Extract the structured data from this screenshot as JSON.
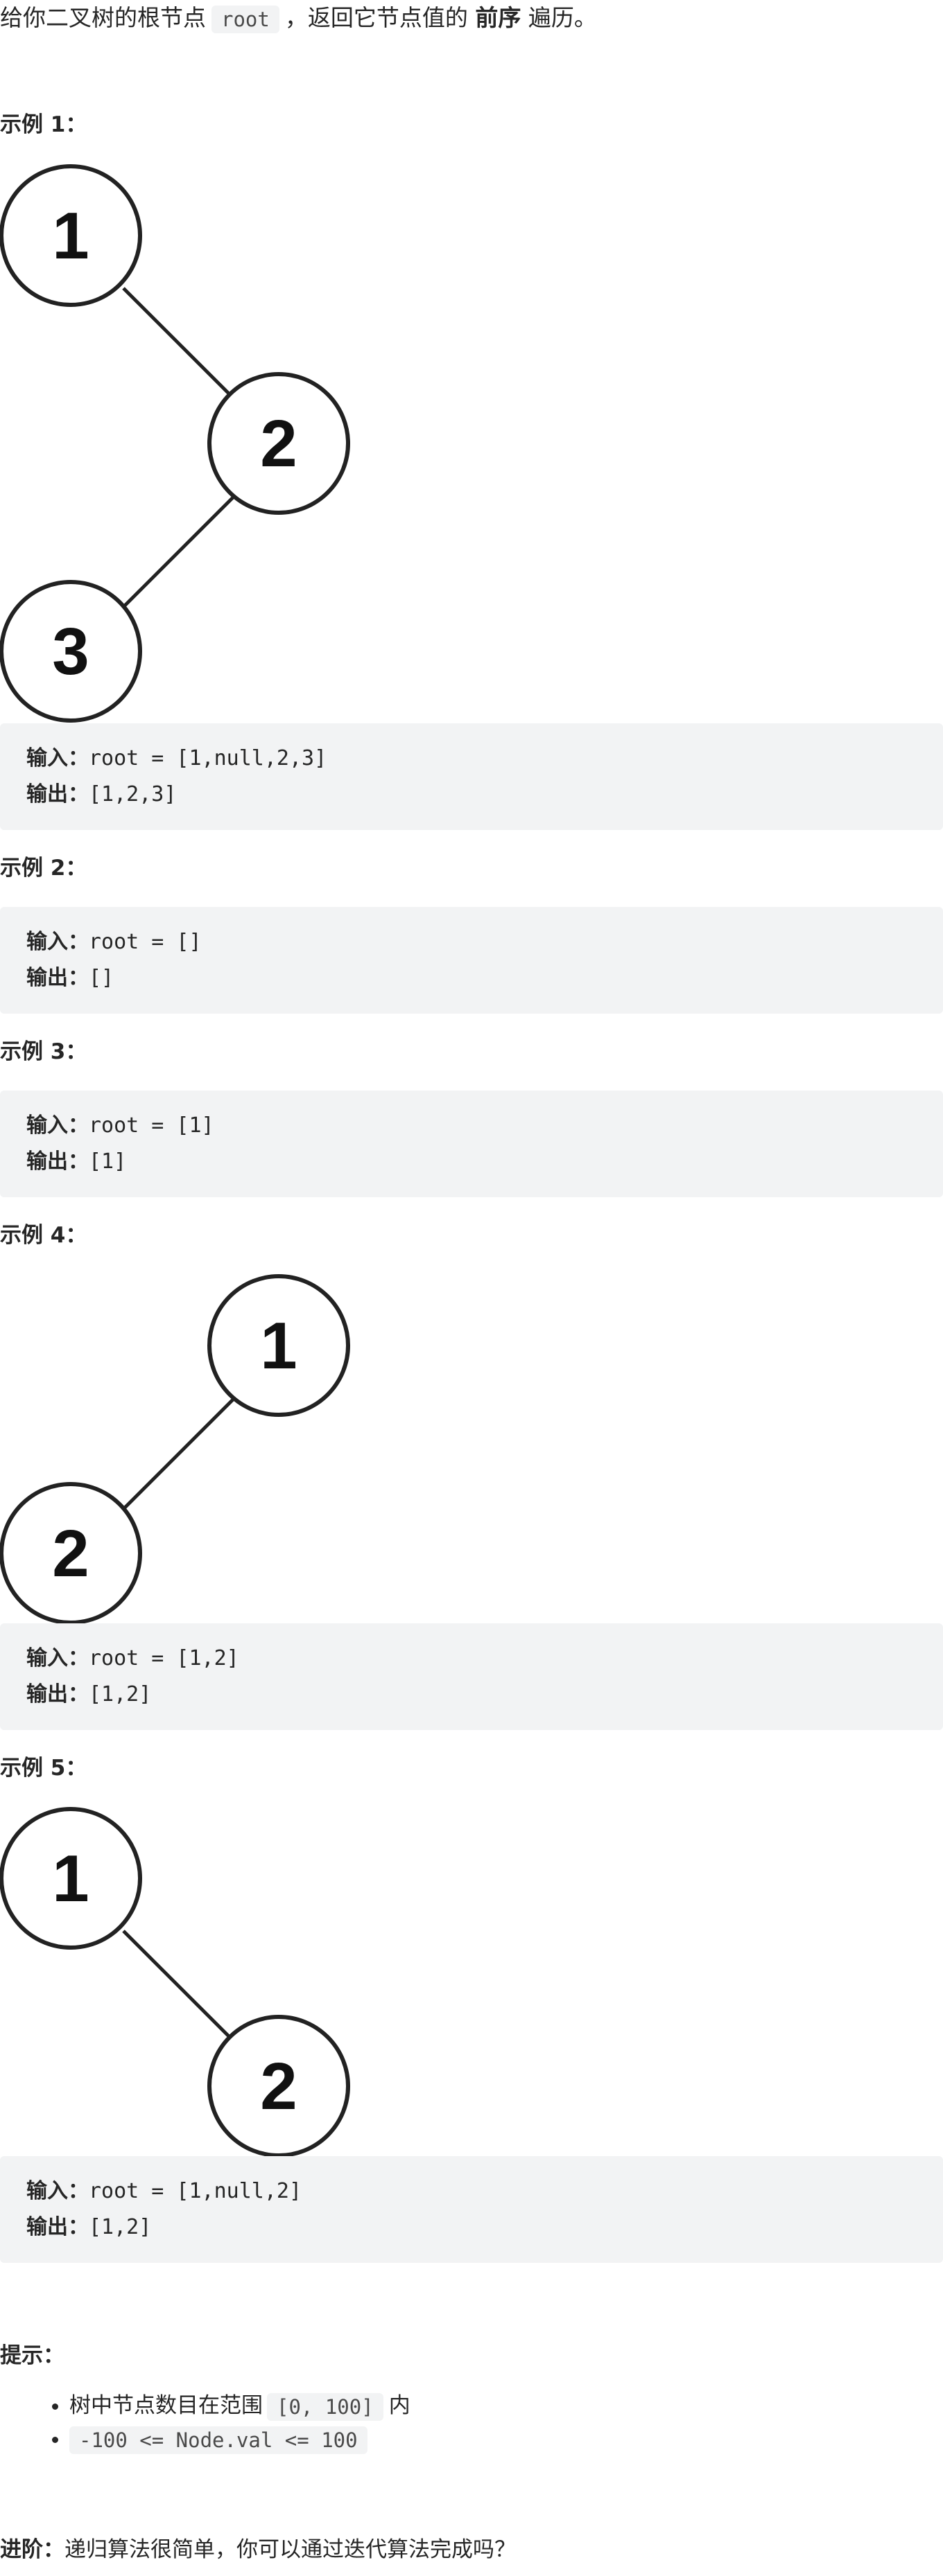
{
  "intro": {
    "before": "给你二叉树的根节点",
    "code": "root",
    "middle": "，返回它节点值的",
    "bold": "前序",
    "after": "遍历。"
  },
  "examples": [
    {
      "title": "示例 1：",
      "tree": {
        "nodes": [
          "1",
          "2",
          "3"
        ]
      },
      "input_label": "输入：",
      "input_value": "root = [1,null,2,3]",
      "output_label": "输出：",
      "output_value": "[1,2,3]"
    },
    {
      "title": "示例 2：",
      "input_label": "输入：",
      "input_value": "root = []",
      "output_label": "输出：",
      "output_value": "[]"
    },
    {
      "title": "示例 3：",
      "input_label": "输入：",
      "input_value": "root = [1]",
      "output_label": "输出：",
      "output_value": "[1]"
    },
    {
      "title": "示例 4：",
      "tree": {
        "nodes": [
          "1",
          "2"
        ]
      },
      "input_label": "输入：",
      "input_value": "root = [1,2]",
      "output_label": "输出：",
      "output_value": "[1,2]"
    },
    {
      "title": "示例 5：",
      "tree": {
        "nodes": [
          "1",
          "2"
        ]
      },
      "input_label": "输入：",
      "input_value": "root = [1,null,2]",
      "output_label": "输出：",
      "output_value": "[1,2]"
    }
  ],
  "hints": {
    "title": "提示：",
    "items": [
      {
        "before": "树中节点数目在范围",
        "code": "[0, 100]",
        "after": "内"
      },
      {
        "before": "",
        "code": "-100 <= Node.val <= 100",
        "after": ""
      }
    ]
  },
  "followup": {
    "label": "进阶：",
    "text": "递归算法很简单，你可以通过迭代算法完成吗？"
  }
}
